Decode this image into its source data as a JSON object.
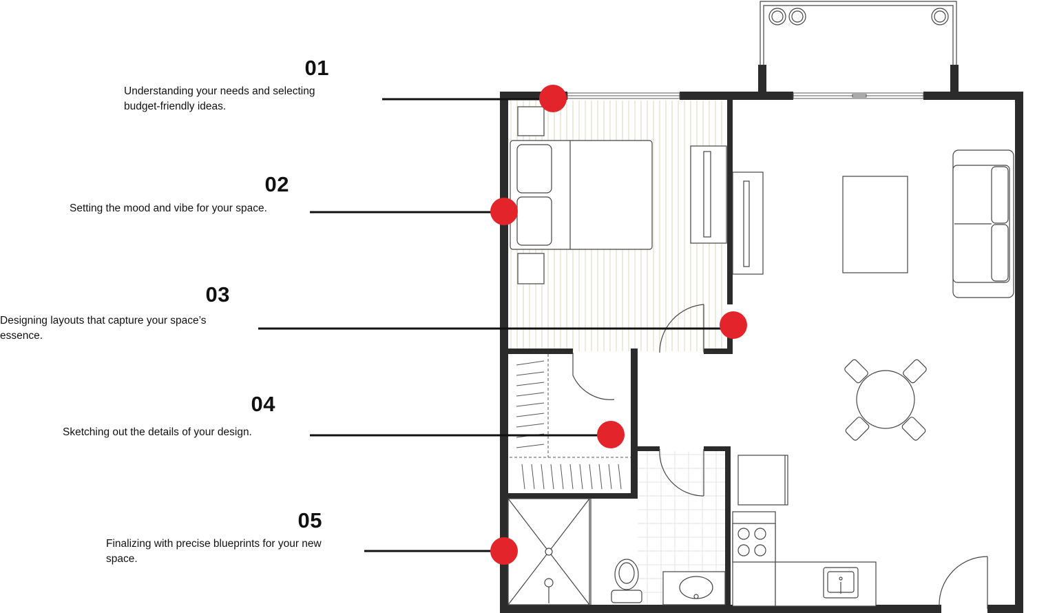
{
  "colors": {
    "accent": "#e3242b",
    "wall": "#2b2b2b",
    "ink": "#111111"
  },
  "steps": [
    {
      "number": "01",
      "text": "Understanding your needs and selecting budget-friendly ideas."
    },
    {
      "number": "02",
      "text": "Setting the mood and vibe for your space."
    },
    {
      "number": "03",
      "text": "Designing layouts that capture your space’s essence."
    },
    {
      "number": "04",
      "text": "Sketching out the details of your design."
    },
    {
      "number": "05",
      "text": "Finalizing with precise blueprints for your new space."
    }
  ]
}
